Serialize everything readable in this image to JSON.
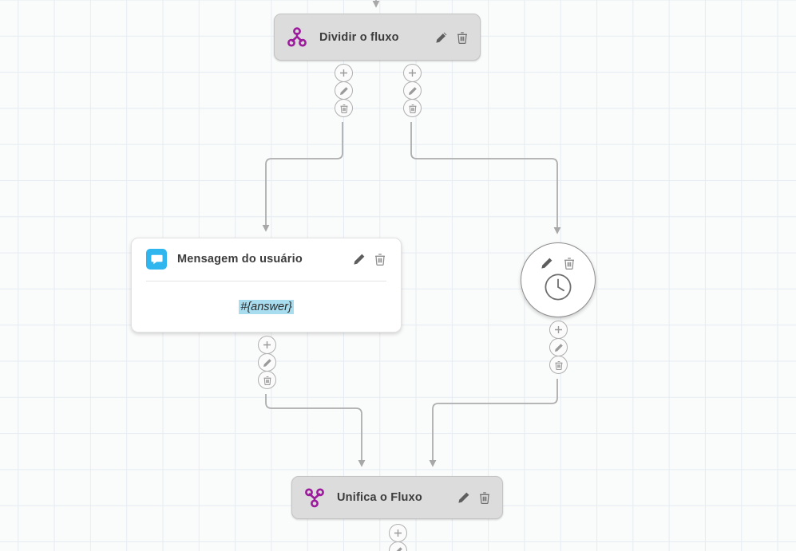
{
  "canvas": {
    "background_color": "#fafbfb",
    "grid_line_color": "#e6ecf2",
    "edge_color": "#adadad"
  },
  "nodes": [
    {
      "id": "split",
      "title": "Dividir o fluxo",
      "icon": "split-flow-icon",
      "icon_color": "#9c1a9c",
      "style": "grey-bar",
      "actions": [
        "edit-icon",
        "delete-icon"
      ]
    },
    {
      "id": "user-message",
      "title": "Mensagem do usuário",
      "icon": "chat-bubble-icon",
      "icon_color": "#2fb6ef",
      "style": "white-card",
      "body_value": "#{answer}",
      "body_highlight_color": "#a8dcef",
      "actions": [
        "edit-icon",
        "delete-icon"
      ]
    },
    {
      "id": "timer",
      "title": "",
      "icon": "clock-icon",
      "style": "circle",
      "actions": [
        "edit-icon",
        "delete-icon"
      ]
    },
    {
      "id": "merge",
      "title": "Unifica o Fluxo",
      "icon": "merge-flow-icon",
      "icon_color": "#9c1a9c",
      "style": "grey-bar",
      "actions": [
        "edit-icon",
        "delete-icon"
      ]
    }
  ],
  "port_menu": {
    "add_label": "add-icon",
    "edit_label": "edit-icon",
    "delete_label": "delete-icon"
  }
}
